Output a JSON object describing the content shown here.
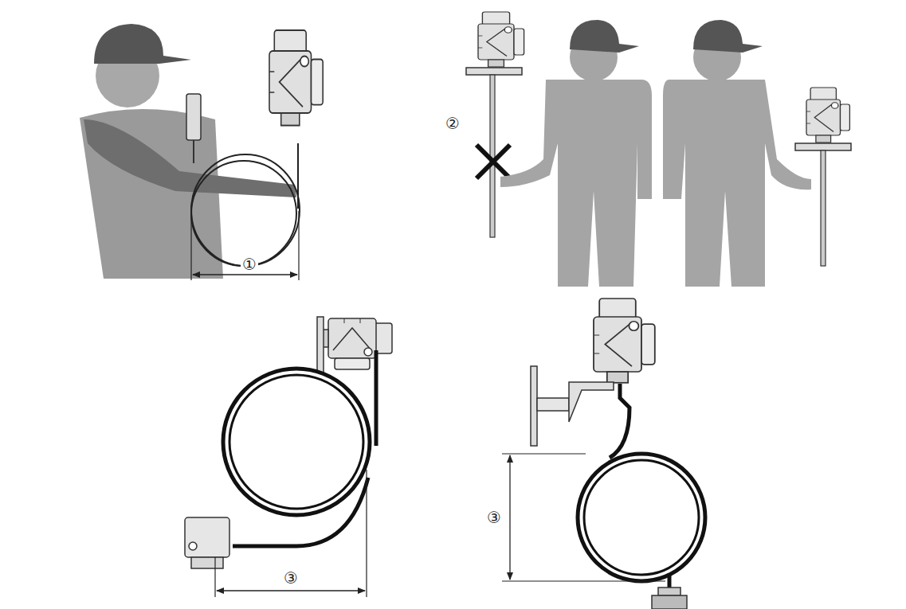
{
  "diagram": {
    "labels": [
      "①",
      "②",
      "③",
      "③"
    ]
  }
}
